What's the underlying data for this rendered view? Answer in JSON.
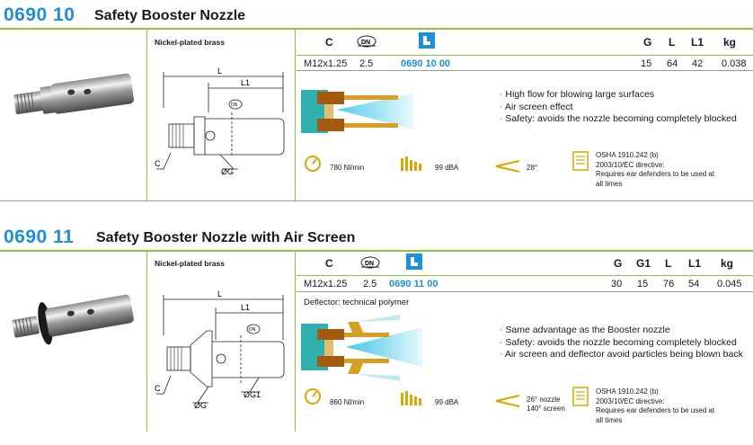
{
  "products": [
    {
      "code": "0690 10",
      "title": "Safety Booster Nozzle",
      "material": "Nickel-plated brass",
      "table": {
        "left_headers": [
          "C",
          "DN",
          "order-icon"
        ],
        "right_headers": [
          "G",
          "L",
          "L1",
          "kg"
        ],
        "left_values": [
          "M12x1.25",
          "2.5",
          "0690 10 00"
        ],
        "right_values": [
          "15",
          "64",
          "42",
          "0.038"
        ]
      },
      "deflector_note": "",
      "bullets": [
        "High flow for blowing large surfaces",
        "Air screen effect",
        "Safety: avoids the nozzle becoming completely blocked"
      ],
      "specs": {
        "flow": "780 Nl/min",
        "noise": "99 dBA",
        "angle": "28°",
        "angle2": "",
        "osha": [
          "OSHA 1910.242 (b)",
          "2003/10/EC directive:",
          "Requires ear defenders to be used at",
          "all times"
        ]
      },
      "dims": {
        "L": "L",
        "L1": "L1",
        "C": "C",
        "G": "ØG",
        "G1": "",
        "DN": "DN"
      }
    },
    {
      "code": "0690 11",
      "title": "Safety Booster Nozzle with Air Screen",
      "material": "Nickel-plated brass",
      "table": {
        "left_headers": [
          "C",
          "DN",
          "order-icon"
        ],
        "right_headers": [
          "G",
          "G1",
          "L",
          "L1",
          "kg"
        ],
        "left_values": [
          "M12x1.25",
          "2.5",
          "0690 11 00"
        ],
        "right_values": [
          "30",
          "15",
          "76",
          "54",
          "0.045"
        ]
      },
      "deflector_note": "Deflector: technical polymer",
      "bullets": [
        "Same advantage as the Booster nozzle",
        "Safety: avoids the nozzle becoming completely blocked",
        "Air screen and deflector avoid particles being blown back"
      ],
      "specs": {
        "flow": "860 Nl/min",
        "noise": "99 dBA",
        "angle": "26° nozzle",
        "angle2": "140° screen",
        "osha": [
          "OSHA 1910.242 (b)",
          "2003/10/EC directive:",
          "Requires ear defenders to be used at",
          "all times"
        ]
      },
      "dims": {
        "L": "L",
        "L1": "L1",
        "C": "C",
        "G": "ØG",
        "G1": "ØG1",
        "DN": "DN"
      }
    }
  ],
  "colors": {
    "accent_green": "#8cc63f",
    "code_blue": "#1f8fd6",
    "airflow_cyan": "#3fc6e8"
  }
}
